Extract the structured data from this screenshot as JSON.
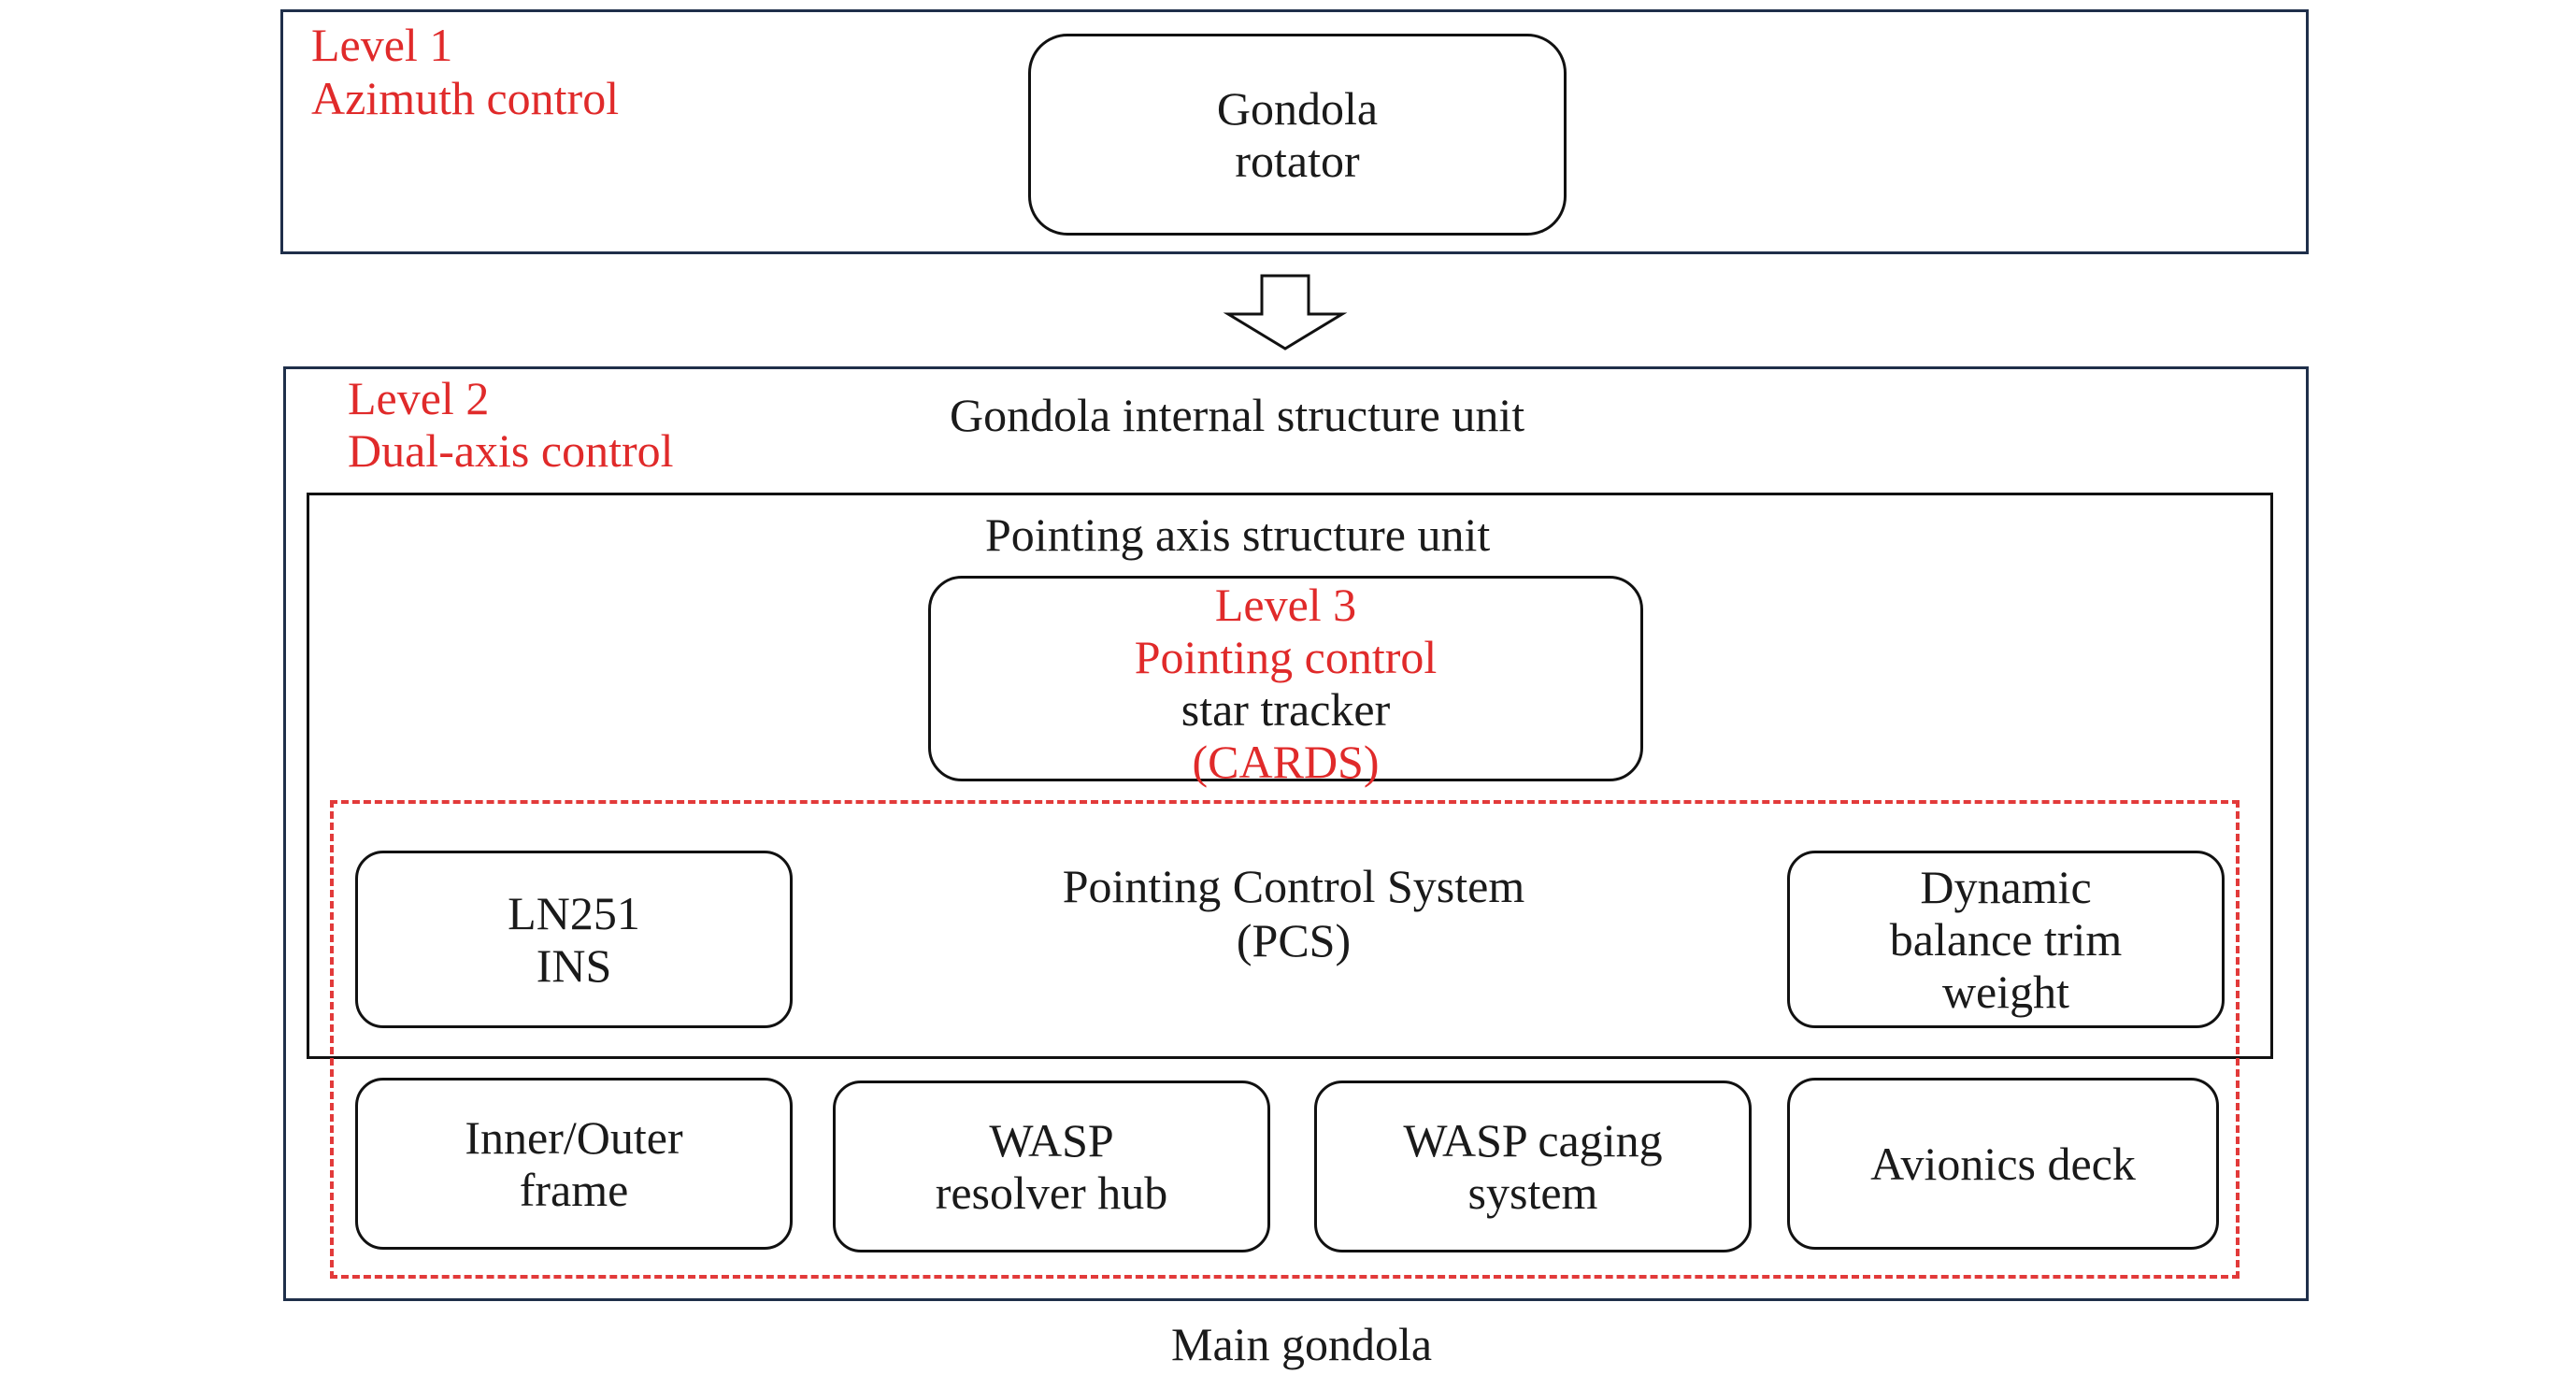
{
  "level1": {
    "level_label": "Level 1",
    "control_label": "Azimuth control",
    "rotator": [
      "Gondola",
      "rotator"
    ]
  },
  "level2": {
    "level_label": "Level 2",
    "control_label": "Dual-axis control",
    "title": "Gondola internal structure unit"
  },
  "pointing_axis": {
    "title": "Pointing axis structure unit"
  },
  "level3": {
    "level_label": "Level 3",
    "control_label": "Pointing control",
    "device": "star tracker",
    "acronym": "(CARDS)"
  },
  "pcs": {
    "title": "Pointing Control System",
    "acronym": "(PCS)"
  },
  "components": {
    "ins": [
      "LN251",
      "INS"
    ],
    "trim": [
      "Dynamic",
      "balance trim",
      "weight"
    ],
    "frame": [
      "Inner/Outer",
      "frame"
    ],
    "resolver": [
      "WASP",
      "resolver hub"
    ],
    "caging": [
      "WASP caging",
      "system"
    ],
    "avionics": [
      "Avionics deck"
    ]
  },
  "footer": {
    "main_gondola": "Main gondola"
  },
  "colors": {
    "level_text": "#e02a2a",
    "dashed_border": "#e23a3a",
    "outer_frame": "#1f2f4a"
  }
}
